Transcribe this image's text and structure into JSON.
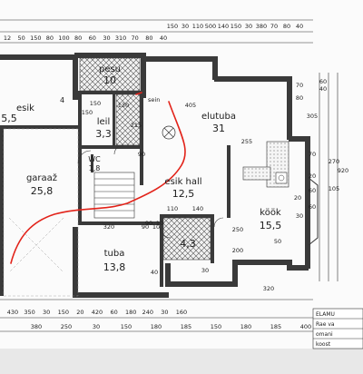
{
  "rooms": {
    "pesu": {
      "name": "pesu",
      "area": "10"
    },
    "elutuba": {
      "name": "elutuba",
      "area": "31"
    },
    "esik": {
      "name": "esik",
      "area": "5,5"
    },
    "leil": {
      "name": "leil",
      "area": "3,3"
    },
    "wc": {
      "name": "WC",
      "area": "1,8"
    },
    "garaaz": {
      "name": "garaaž",
      "area": "25,8"
    },
    "esikhall": {
      "name": "esik hall",
      "area": "12,5"
    },
    "kook": {
      "name": "köök",
      "area": "15,5"
    },
    "tuba": {
      "name": "tuba",
      "area": "13,8"
    },
    "small": {
      "area": "4,3"
    }
  },
  "labels": {
    "sein": "sein",
    "corner_num": "4",
    "title_block": [
      "ELAMU",
      "Rae va",
      "omani",
      "koost"
    ]
  },
  "dims_top": [
    "12",
    "50",
    "150",
    "80",
    "100",
    "80",
    "60",
    "30",
    "310",
    "70",
    "80",
    "40",
    "150",
    "30",
    "110",
    "500",
    "140",
    "150",
    "30",
    "380",
    "70",
    "80",
    "40"
  ],
  "dims_bottom": [
    "430",
    "350",
    "30",
    "150",
    "20",
    "420",
    "60",
    "180",
    "240",
    "30",
    "160",
    "380",
    "250",
    "30",
    "150",
    "180",
    "185",
    "150",
    "180",
    "185",
    "400"
  ],
  "dims_inner": [
    "150",
    "130",
    "215",
    "320",
    "90",
    "10",
    "110",
    "140",
    "255",
    "200",
    "250",
    "70",
    "80",
    "405",
    "320",
    "30",
    "50",
    "30",
    "20",
    "60",
    "60",
    "20",
    "70",
    "305",
    "270",
    "105",
    "920",
    "40",
    "60",
    "90",
    "10",
    "90",
    "150",
    "40"
  ]
}
